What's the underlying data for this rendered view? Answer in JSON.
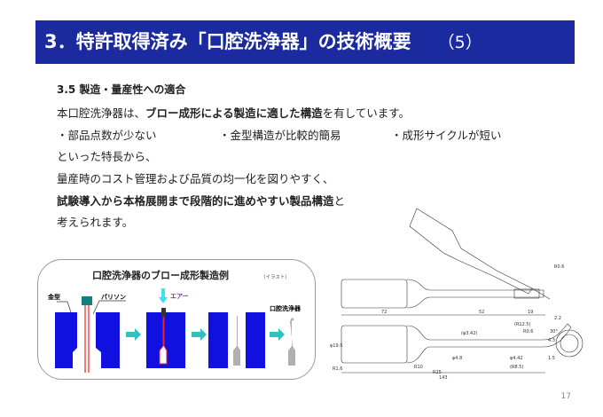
{
  "header": {
    "title": "3．特許取得済み「口腔洗浄器」の技術概要",
    "number": "（5）"
  },
  "section": {
    "heading": "3.5 製造・量産性への適合",
    "line1": {
      "pre": "本口腔洗浄器は、",
      "bold": "ブロー成形による製造に適した構造",
      "post": "を有しています。"
    },
    "bullets": [
      "・部品点数が少ない",
      "・金型構造が比較的簡易",
      "・成形サイクルが短い"
    ],
    "line3": "といった特長から、",
    "line4": "量産時のコスト管理および品質の均一化を図りやすく、",
    "line5": {
      "bold": "試験導入から本格展開まで段階的に進めやすい製品構造",
      "post": "と"
    },
    "line6": "考えられます。"
  },
  "illustration": {
    "title": "口腔洗浄器のブロー成形製造例",
    "note": "（イラスト）",
    "label_mold": "金型",
    "label_parison": "パリソン",
    "label_air": "エアー",
    "label_product": "口腔洗浄器",
    "colors": {
      "mold": "#1010e0",
      "parison": "#ee2020",
      "arrow": "#30c0c0",
      "air": "#40e0f0",
      "product": "#b0b0b0"
    }
  },
  "drawing": {
    "dims": [
      "72",
      "52",
      "19",
      "143",
      "φ19.5",
      "R1.6",
      "R10",
      "R25",
      "φ4.8",
      "φ4.42",
      "(φ3.42)",
      "(R12.5)",
      "R0.6",
      "30°",
      "4.3",
      "1.5",
      "(R8.5)",
      "R0.6",
      "2.2"
    ]
  },
  "page_number": "17"
}
